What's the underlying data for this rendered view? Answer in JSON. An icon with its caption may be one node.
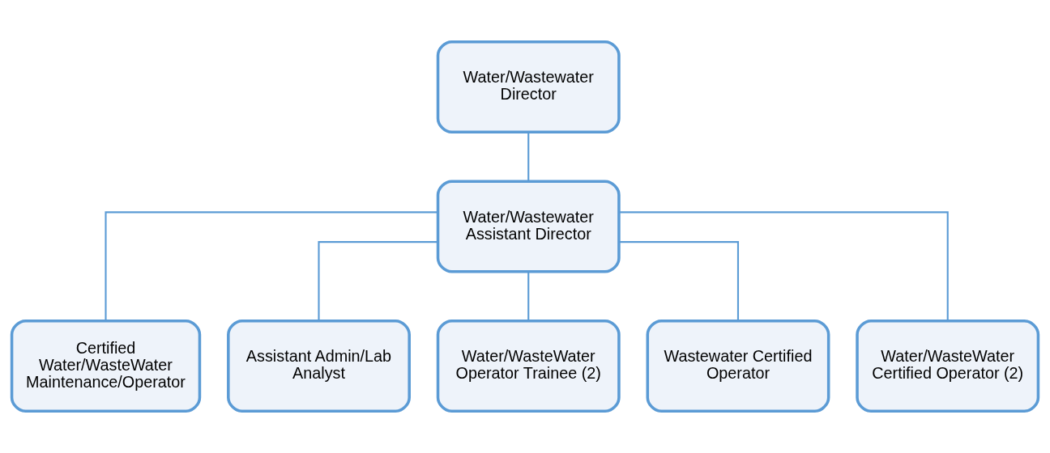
{
  "diagram": {
    "nodes": [
      {
        "text": [
          "Water/Wastewater Director"
        ]
      },
      {
        "text": [
          "Water/Wastewater Assistant Director"
        ]
      },
      {
        "text": [
          "Certified Water/WasteWater Maintenance/Operator"
        ]
      },
      {
        "text": [
          "Assistant Admin/Lab Analyst"
        ]
      },
      {
        "text": [
          "Water/WasteWater Operator Trainee (2)"
        ]
      },
      {
        "text": [
          "Wastewater Certified Operator"
        ]
      },
      {
        "text": [
          "Water/WasteWater Certified Operator (2)"
        ]
      }
    ],
    "edges": [
      {
        "from": 0,
        "to": 1,
        "arrow": "none"
      },
      {
        "from": 1,
        "to": 2,
        "arrow": "none"
      },
      {
        "from": 1,
        "to": 3,
        "arrow": "none"
      },
      {
        "from": 1,
        "to": 4,
        "arrow": "none"
      },
      {
        "from": 1,
        "to": 5,
        "arrow": "none"
      },
      {
        "from": 1,
        "to": 6,
        "arrow": "none"
      }
    ]
  }
}
